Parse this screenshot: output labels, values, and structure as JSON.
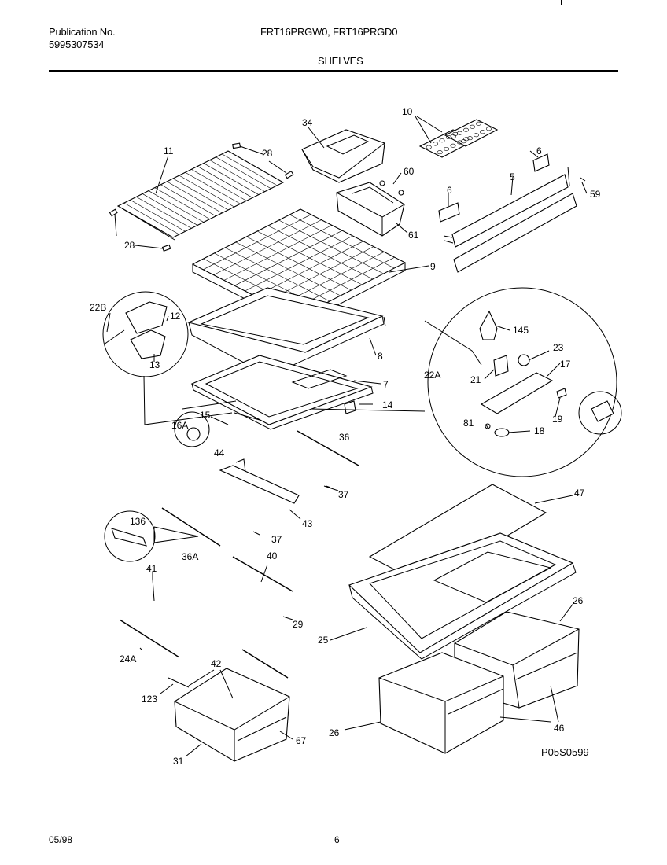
{
  "header": {
    "publication_label": "Publication No.",
    "publication_number": "5995307534",
    "models": "FRT16PRGW0, FRT16PRGD0",
    "section": "SHELVES"
  },
  "diagram_code": "P05S0599",
  "footer": {
    "date": "05/98",
    "page": "6"
  },
  "callouts": [
    {
      "id": "c11",
      "text": "11"
    },
    {
      "id": "c28a",
      "text": "28"
    },
    {
      "id": "c28b",
      "text": "28"
    },
    {
      "id": "c34",
      "text": "34"
    },
    {
      "id": "c10",
      "text": "10"
    },
    {
      "id": "c6a",
      "text": "6"
    },
    {
      "id": "c60",
      "text": "60"
    },
    {
      "id": "c6b",
      "text": "6"
    },
    {
      "id": "c5",
      "text": "5"
    },
    {
      "id": "c59",
      "text": "59"
    },
    {
      "id": "c61",
      "text": "61"
    },
    {
      "id": "c9",
      "text": "9"
    },
    {
      "id": "c22b",
      "text": "22B"
    },
    {
      "id": "c12",
      "text": "12"
    },
    {
      "id": "c13",
      "text": "13"
    },
    {
      "id": "c8",
      "text": "8"
    },
    {
      "id": "c7",
      "text": "7"
    },
    {
      "id": "c14",
      "text": "14"
    },
    {
      "id": "c15",
      "text": "15"
    },
    {
      "id": "c16a",
      "text": "16A"
    },
    {
      "id": "c44",
      "text": "44"
    },
    {
      "id": "c36",
      "text": "36"
    },
    {
      "id": "c145",
      "text": "145"
    },
    {
      "id": "c23",
      "text": "23"
    },
    {
      "id": "c17",
      "text": "17"
    },
    {
      "id": "c22a",
      "text": "22A"
    },
    {
      "id": "c21",
      "text": "21"
    },
    {
      "id": "c19",
      "text": "19"
    },
    {
      "id": "c81",
      "text": "81"
    },
    {
      "id": "c18",
      "text": "18"
    },
    {
      "id": "c37a",
      "text": "37"
    },
    {
      "id": "c43",
      "text": "43"
    },
    {
      "id": "c136",
      "text": "136"
    },
    {
      "id": "c37b",
      "text": "37"
    },
    {
      "id": "c36a",
      "text": "36A"
    },
    {
      "id": "c40",
      "text": "40"
    },
    {
      "id": "c41",
      "text": "41"
    },
    {
      "id": "c29",
      "text": "29"
    },
    {
      "id": "c47",
      "text": "47"
    },
    {
      "id": "c26a",
      "text": "26"
    },
    {
      "id": "c25",
      "text": "25"
    },
    {
      "id": "c24a",
      "text": "24A"
    },
    {
      "id": "c42",
      "text": "42"
    },
    {
      "id": "c123",
      "text": "123"
    },
    {
      "id": "c67",
      "text": "67"
    },
    {
      "id": "c31",
      "text": "31"
    },
    {
      "id": "c26b",
      "text": "26"
    },
    {
      "id": "c46",
      "text": "46"
    }
  ]
}
